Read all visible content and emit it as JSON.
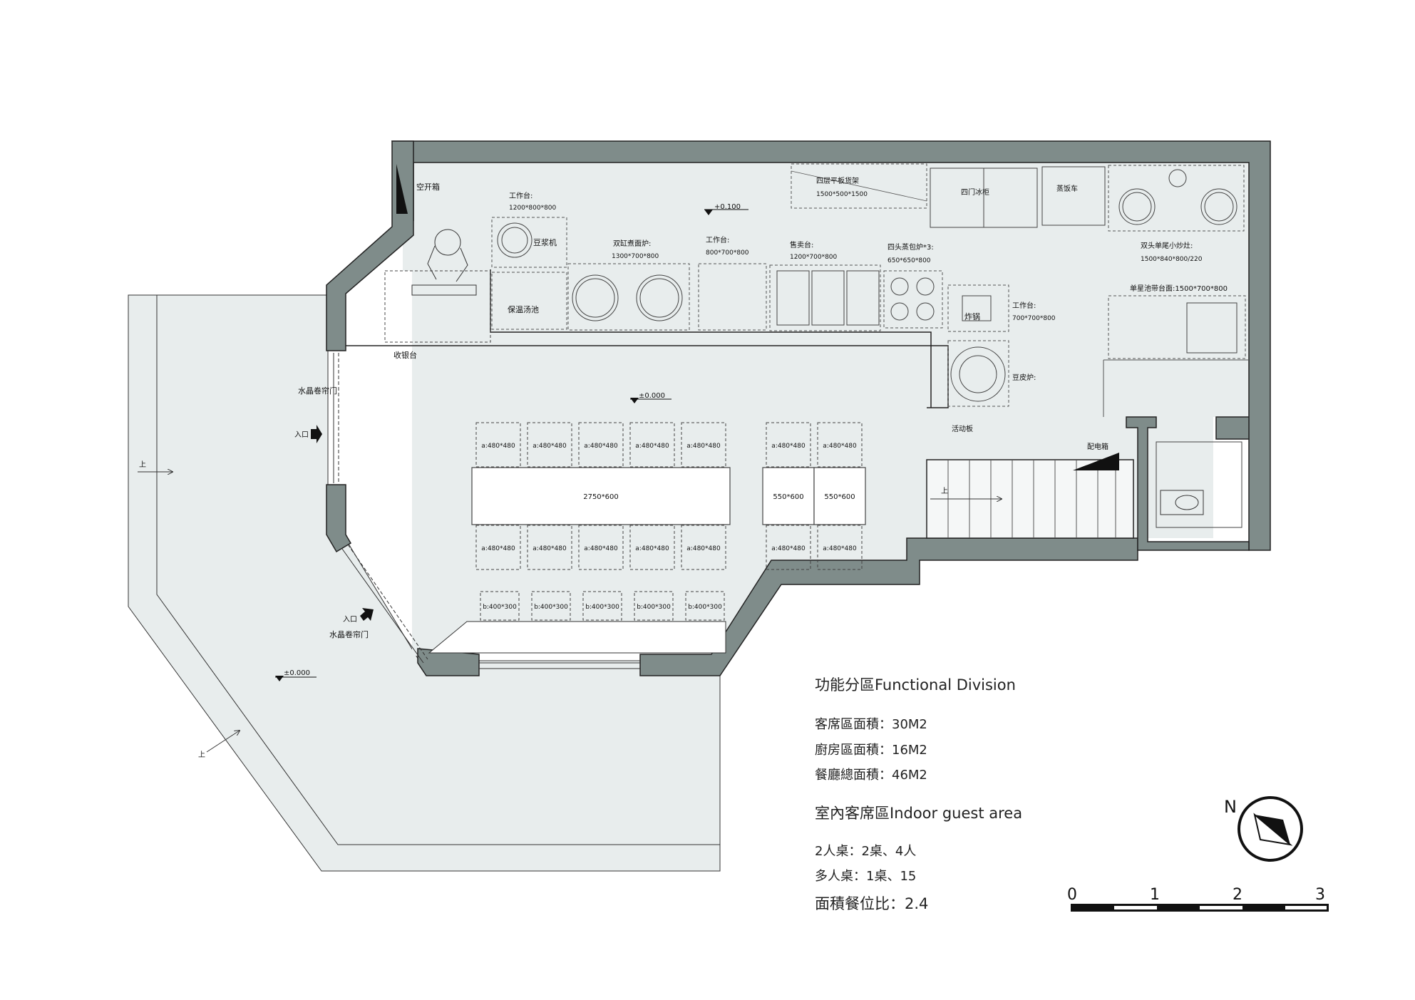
{
  "labels": {
    "distribution_box_top": "空开箱",
    "worktable_1": "工作台:",
    "worktable_1_dim": "1200*800*800",
    "soy_milk_machine": "豆浆机",
    "insulated_soup_pool": "保温汤池",
    "double_noodle_cooker": "双缸煮面炉:",
    "double_noodle_cooker_dim": "1300*700*800",
    "worktable_2": "工作台:",
    "worktable_2_dim": "800*700*800",
    "level_top": "+0.100",
    "sales_counter": "售卖台:",
    "sales_counter_dim": "1200*700*800",
    "four_layer_shelf": "四层平板货架",
    "four_layer_shelf_dim": "1500*500*1500",
    "four_door_fridge": "四门冰柜",
    "rice_steamer_cart": "蒸饭车",
    "four_head_steamer": "四头蒸包炉*3:",
    "four_head_steamer_dim": "650*650*800",
    "double_wok_stove": "双头单尾小炒灶:",
    "double_wok_stove_dim": "1500*840*800/220",
    "single_sink": "单星池带台面:1500*700*800",
    "fryer": "炸锅",
    "worktable_3": "工作台:",
    "worktable_3_dim": "700*700*800",
    "tofu_skin_stove": "豆皮炉:",
    "cashier": "收银台",
    "crystal_door_1": "水晶卷帘门",
    "entrance_1": "入口",
    "level_main": "±0.000",
    "movable_board": "活动板",
    "electric_box": "配电箱",
    "stair_up": "上",
    "entrance_2": "入口",
    "crystal_door_2": "水晶卷帘门",
    "level_outside": "±0.000",
    "outside_up_1": "上",
    "outside_up_2": "上"
  },
  "tables": {
    "long_table": "2750*600",
    "small_table_1": "550*600",
    "small_table_2": "550*600",
    "chair_a": "a:480*480",
    "chair_b": "b:400*300"
  },
  "legend": {
    "title1": "功能分區Functional Division",
    "guest_area": "客席區面積：30M2",
    "kitchen_area": "廚房區面積：16M2",
    "total_area": "餐廳總面積：46M2",
    "title2": "室內客席區Indoor guest area",
    "two_person": "2人桌：2桌、4人",
    "multi_person": "多人桌：1桌、15",
    "ratio": "面積餐位比：2.4"
  },
  "compass": {
    "north": "N"
  },
  "scale_bar": {
    "ticks": [
      "0",
      "1",
      "2",
      "3"
    ]
  },
  "colors": {
    "wall": "#7f8c8a",
    "floor": "#e8eded",
    "line": "#222222"
  }
}
